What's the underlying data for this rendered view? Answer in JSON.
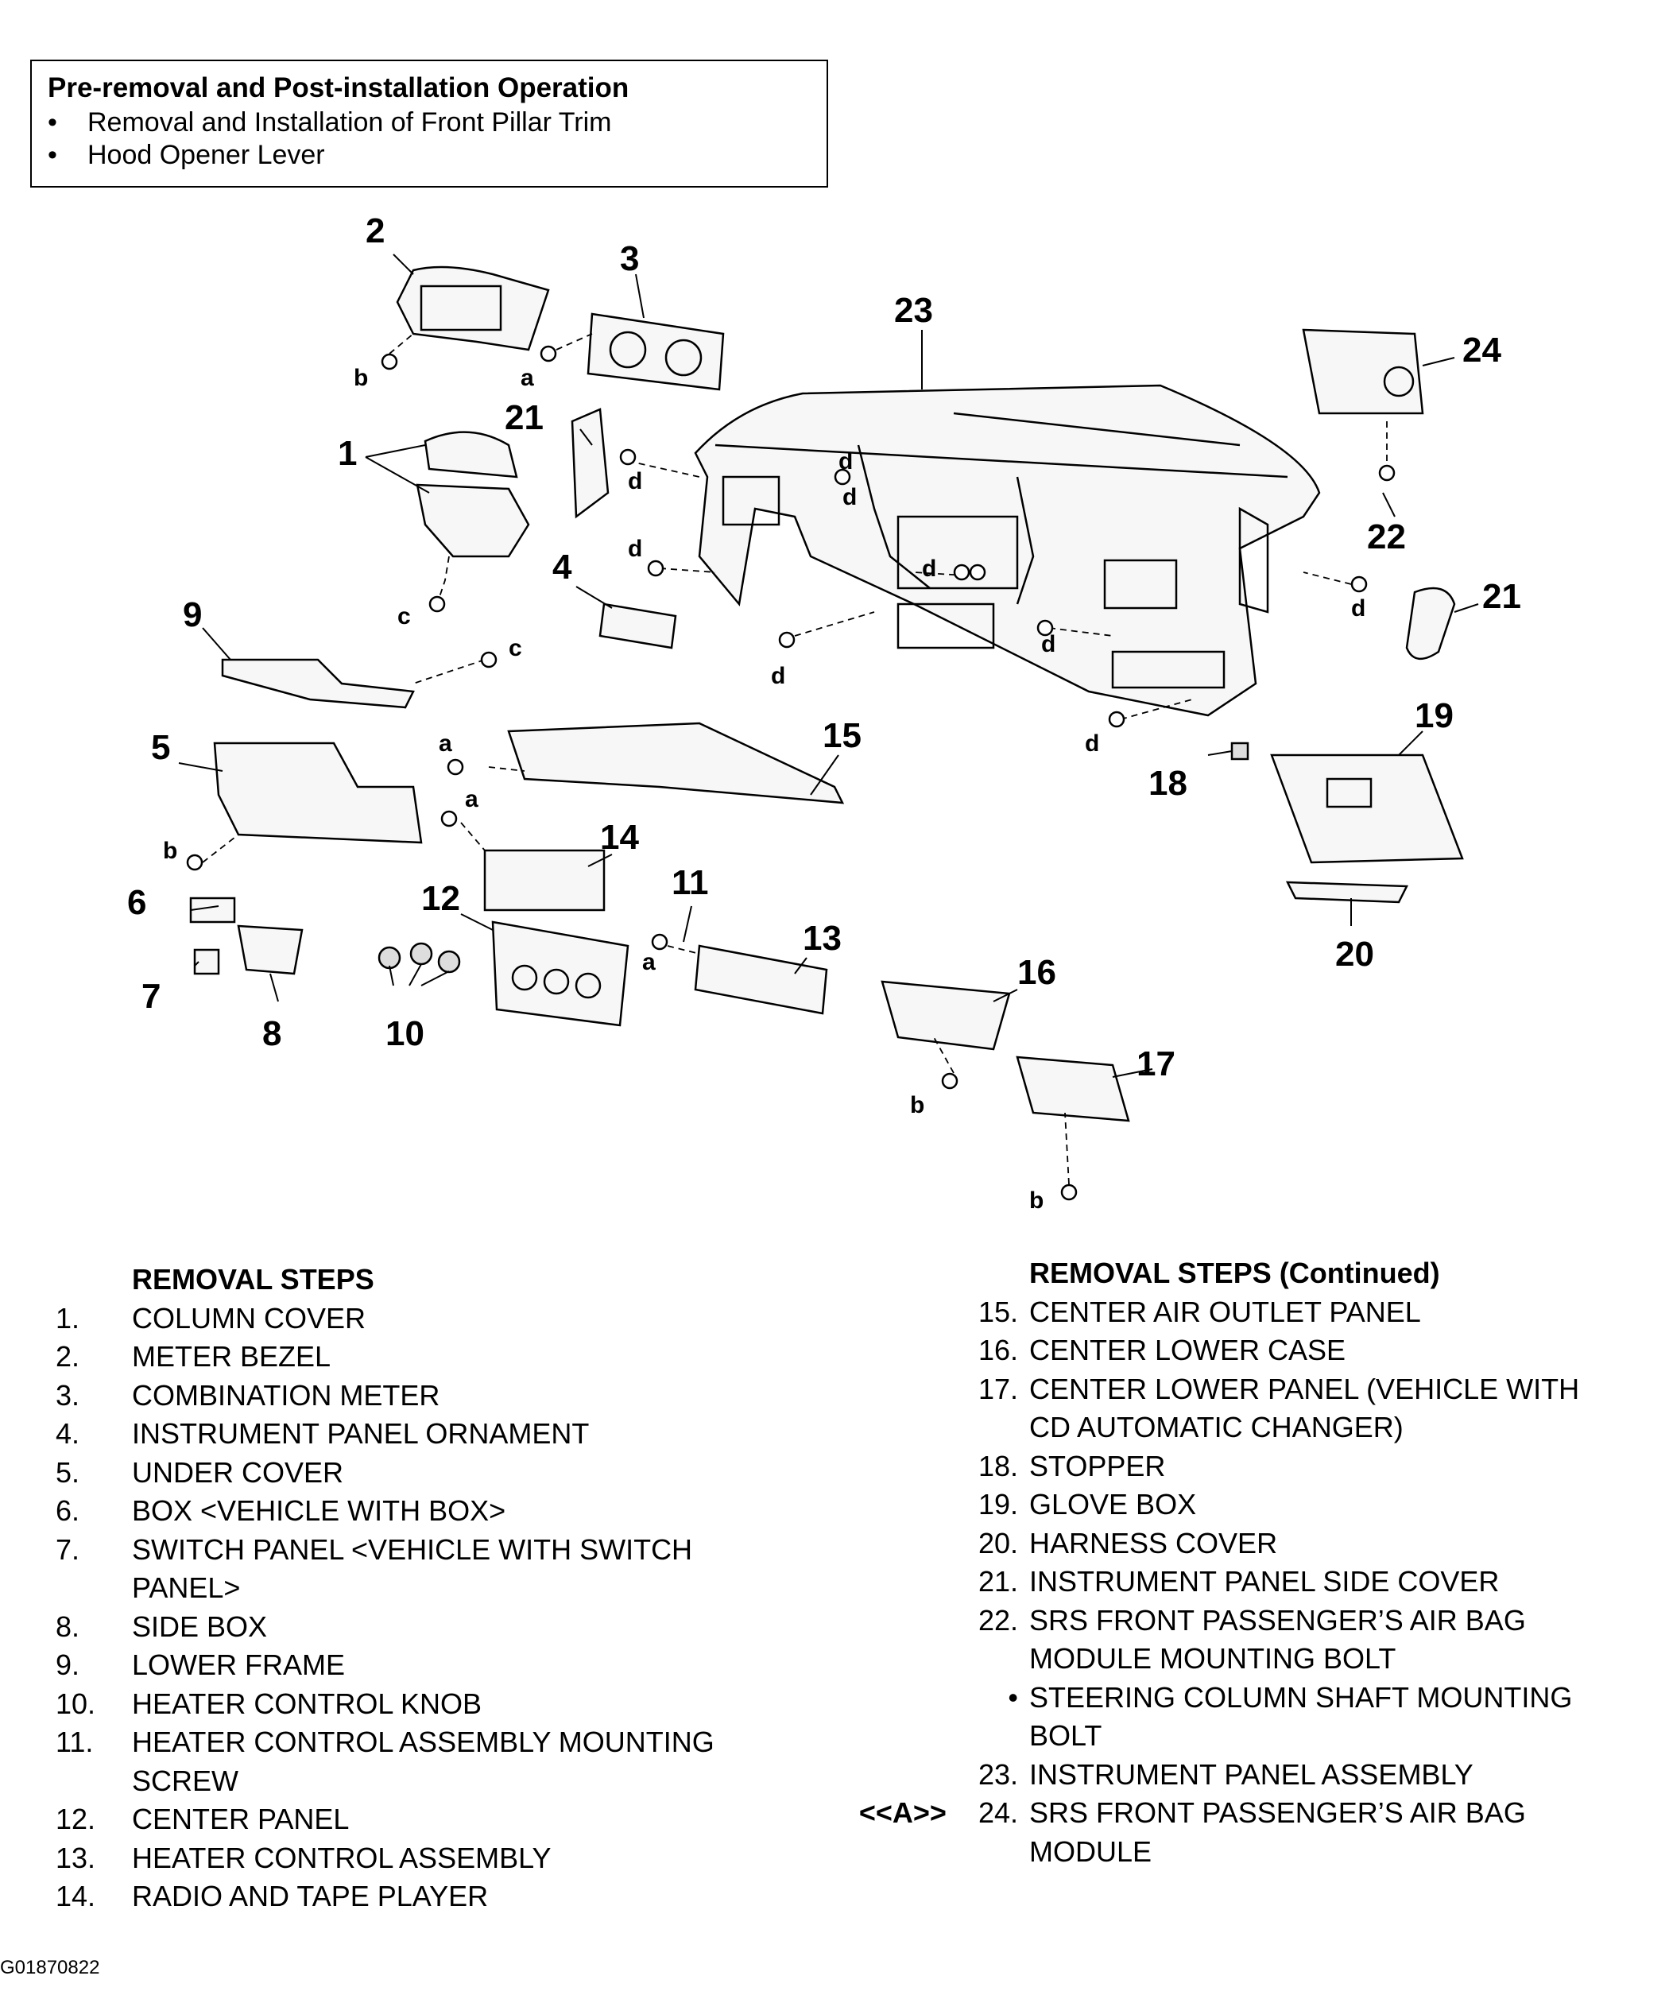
{
  "pre_operation": {
    "title": "Pre-removal and Post-installation Operation",
    "items": [
      "Removal and Installation of Front Pillar Trim",
      "Hood Opener Lever"
    ]
  },
  "diagram": {
    "callouts": [
      "1",
      "2",
      "3",
      "4",
      "5",
      "6",
      "7",
      "8",
      "9",
      "10",
      "11",
      "12",
      "13",
      "14",
      "15",
      "16",
      "17",
      "18",
      "19",
      "20",
      "21",
      "21",
      "22",
      "23",
      "24"
    ],
    "fastener_labels": [
      "a",
      "a",
      "a",
      "a",
      "b",
      "b",
      "b",
      "b",
      "c",
      "c",
      "d",
      "d",
      "d",
      "d",
      "d",
      "d",
      "d",
      "d",
      "d"
    ]
  },
  "removal_steps_left": {
    "heading": "REMOVAL STEPS",
    "steps": [
      {
        "num": "1.",
        "text": "COLUMN COVER"
      },
      {
        "num": "2.",
        "text": "METER BEZEL"
      },
      {
        "num": "3.",
        "text": "COMBINATION METER"
      },
      {
        "num": "4.",
        "text": "INSTRUMENT PANEL ORNAMENT"
      },
      {
        "num": "5.",
        "text": "UNDER COVER"
      },
      {
        "num": "6.",
        "text": "BOX <VEHICLE WITH BOX>"
      },
      {
        "num": "7.",
        "text": "SWITCH PANEL <VEHICLE WITH SWITCH\nPANEL>"
      },
      {
        "num": "8.",
        "text": "SIDE BOX"
      },
      {
        "num": "9.",
        "text": "LOWER FRAME"
      },
      {
        "num": "10.",
        "text": "HEATER CONTROL KNOB"
      },
      {
        "num": "11.",
        "text": "HEATER CONTROL ASSEMBLY MOUNTING\nSCREW"
      },
      {
        "num": "12.",
        "text": "CENTER PANEL"
      },
      {
        "num": "13.",
        "text": "HEATER CONTROL ASSEMBLY"
      },
      {
        "num": "14.",
        "text": "RADIO AND TAPE PLAYER"
      }
    ]
  },
  "removal_steps_right": {
    "heading": "REMOVAL STEPS (Continued)",
    "steps": [
      {
        "num": "15.",
        "text": "CENTER AIR OUTLET PANEL",
        "tag": ""
      },
      {
        "num": "16.",
        "text": "CENTER LOWER CASE",
        "tag": ""
      },
      {
        "num": "17.",
        "text": "CENTER LOWER PANEL (VEHICLE WITH\nCD AUTOMATIC CHANGER)",
        "tag": ""
      },
      {
        "num": "18.",
        "text": "STOPPER",
        "tag": ""
      },
      {
        "num": "19.",
        "text": "GLOVE BOX",
        "tag": ""
      },
      {
        "num": "20.",
        "text": "HARNESS COVER",
        "tag": ""
      },
      {
        "num": "21.",
        "text": "INSTRUMENT PANEL SIDE COVER",
        "tag": ""
      },
      {
        "num": "22.",
        "text": "SRS FRONT PASSENGER’S AIR BAG\nMODULE MOUNTING BOLT",
        "tag": ""
      },
      {
        "num": "•",
        "text": "STEERING COLUMN SHAFT MOUNTING\nBOLT",
        "tag": ""
      },
      {
        "num": "23.",
        "text": "INSTRUMENT PANEL ASSEMBLY",
        "tag": ""
      },
      {
        "num": "24.",
        "text": "SRS FRONT PASSENGER’S AIR BAG\nMODULE",
        "tag": "<<A>>"
      }
    ]
  },
  "figure_id": "G01870822"
}
